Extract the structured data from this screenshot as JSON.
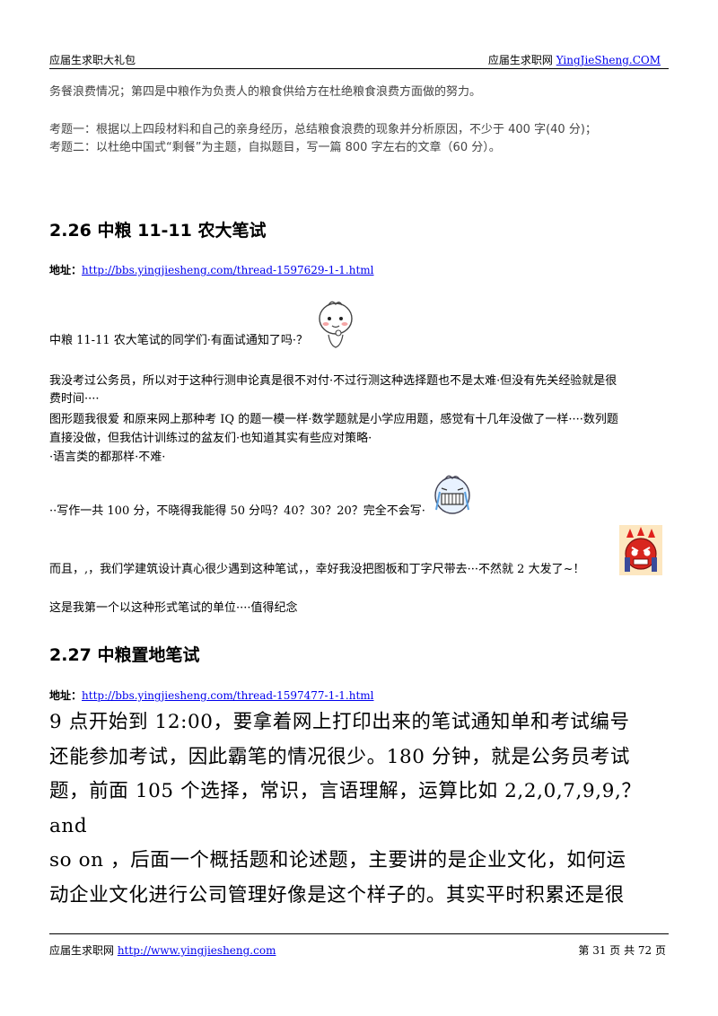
{
  "header": {
    "left": "应届生求职大礼包",
    "right_prefix": "应届生求职网 ",
    "right_link": "YingJieSheng.COM"
  },
  "intro": {
    "line1": "务餐浪费情况；第四是中粮作为负责人的粮食供给方在杜绝粮食浪费方面做的努力。",
    "q1": "考题一：根据以上四段材料和自己的亲身经历，总结粮食浪费的现象并分析原因，不少于 400 字(40 分)；",
    "q2": "考题二：以杜绝中国式“剩餐”为主题，自拟题目，写一篇 800 字左右的文章（60 分）。"
  },
  "section1": {
    "heading": "2.26 中粮 11-11 农大笔试",
    "addr_label": "地址：",
    "addr_url": "http://bbs.yingjiesheng.com/thread-1597629-1-1.html",
    "p1": "中粮 11-11 农大笔试的同学们·有面试通知了吗·？",
    "p2a": "我没考过公务员，所以对于这种行测申论真是很不对付·不过行测这种选择题也不是太难·但没有先关经验就是很",
    "p2b": "费时间····",
    "p3a": "图形题我很爱 和原来网上那种考 IQ 的题一模一样·数学题就是小学应用题，感觉有十几年没做了一样····数列题",
    "p3b": "直接没做，但我估计训练过的盆友们·也知道其实有些应对策略·",
    "p3c": "·语言类的都那样·不难·",
    "p4": "··写作一共 100 分，不晓得我能得 50 分吗？40？30？20？完全不会写·",
    "p5": "而且，,，我们学建筑设计真心很少遇到这种笔试，，幸好我没把图板和丁字尺带去···不然就 2 大发了~！",
    "p6": "这是我第一个以这种形式笔试的单位····值得纪念"
  },
  "section2": {
    "heading": "2.27 中粮置地笔试",
    "addr_label": "地址：",
    "addr_url": "http://bbs.yingjiesheng.com/thread-1597477-1-1.html",
    "lines": [
      "9 点开始到 12:00，要拿着网上打印出来的笔试通知单和考试编号",
      "还能参加考试，因此霸笔的情况很少。180 分钟，就是公务员考试",
      "题，前面 105 个选择，常识，言语理解，运算比如 2,2,0,7,9,9,？ and",
      "so on ，后面一个概括题和论述题，主要讲的是企业文化，如何运",
      "动企业文化进行公司管理好像是这个样子的。其实平时积累还是很"
    ]
  },
  "footer": {
    "left_prefix": "应届生求职网 ",
    "left_link": "http://www.yingjiesheng.com",
    "page": "第 31 页 共 72 页"
  }
}
